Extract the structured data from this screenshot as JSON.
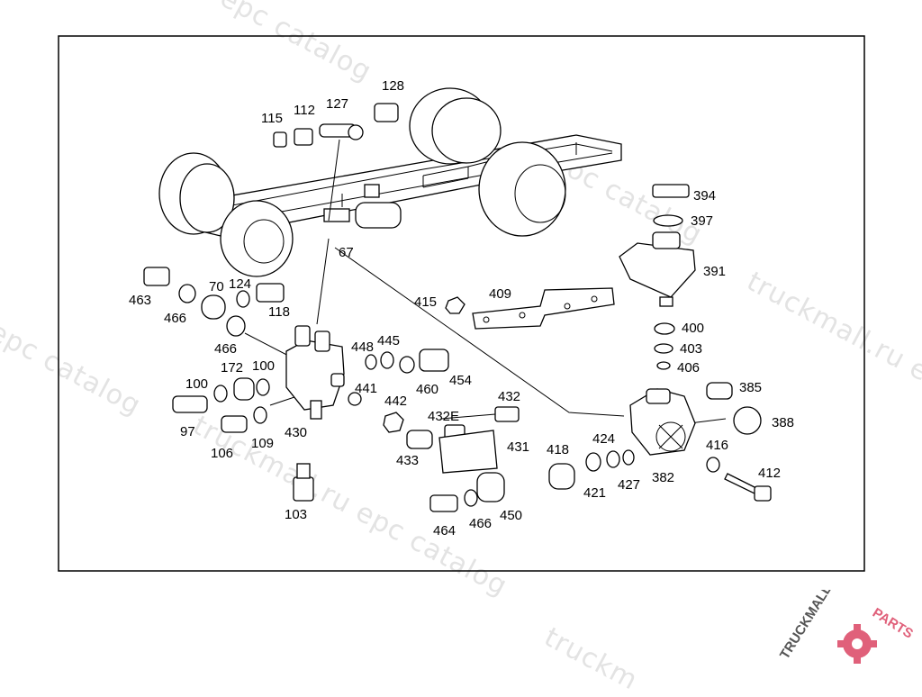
{
  "watermark": {
    "text_site": "truckmall.ru epc catalog",
    "text_site_short": "truckmall.ru e",
    "text_epc": "epc catalog",
    "text_catalog": "ru epc catalog",
    "text_oc": "oc catalog",
    "text_trucks": "truckm"
  },
  "logo": {
    "brand_part1": "TRUCKMALL",
    "brand_part2": "PARTS",
    "color_dark": "#555555",
    "color_accent": "#e0607a"
  },
  "callouts": {
    "p115": "115",
    "p112": "112",
    "p127": "127",
    "p128": "128",
    "p394": "394",
    "p397": "397",
    "p391": "391",
    "p67": "67",
    "p463": "463",
    "p466a": "466",
    "p70": "70",
    "p124": "124",
    "p118": "118",
    "p415": "415",
    "p409": "409",
    "p466b": "466",
    "p448": "448",
    "p445": "445",
    "p400": "400",
    "p403": "403",
    "p406": "406",
    "p100a": "100",
    "p172": "172",
    "p100b": "100",
    "p460": "460",
    "p454": "454",
    "p441": "441",
    "p442": "442",
    "p432": "432",
    "p385": "385",
    "p97": "97",
    "p430": "430",
    "p109": "109",
    "p106": "106",
    "p432E": "432E",
    "p431": "431",
    "p433": "433",
    "p388": "388",
    "p418": "418",
    "p424": "424",
    "p416": "416",
    "p421": "421",
    "p427": "427",
    "p382": "382",
    "p412": "412",
    "p103": "103",
    "p464": "464",
    "p466c": "466",
    "p450": "450"
  }
}
